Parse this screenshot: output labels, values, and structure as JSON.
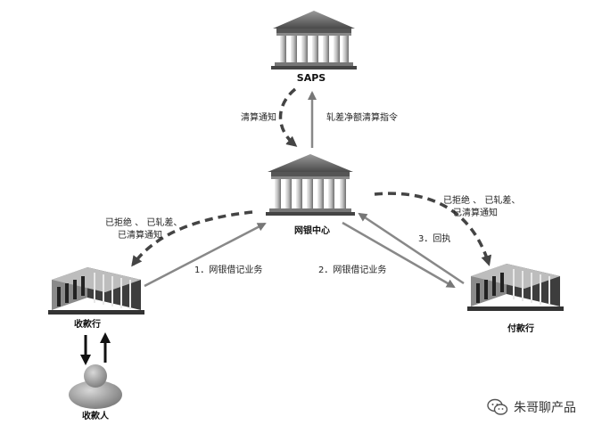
{
  "nodes": {
    "saps": "SAPS",
    "center": "网银中心",
    "payee_bank": "收款行",
    "payer_bank": "付款行",
    "payee": "收款人"
  },
  "edges": {
    "clearing_notice": "清算通知",
    "net_clearing_instruction": "轧差净额清算指令",
    "step1": "1．网银借记业务",
    "step2": "2．网银借记业务",
    "step3": "3．回执",
    "left_status_line1": "已拒绝 、 已轧差、",
    "left_status_line2": "已清算通知",
    "right_status_line1": "已拒绝 、 已轧差、",
    "right_status_line2": "已清算通知"
  },
  "watermark": {
    "icon": "wechat-icon",
    "text": "朱哥聊产品"
  }
}
